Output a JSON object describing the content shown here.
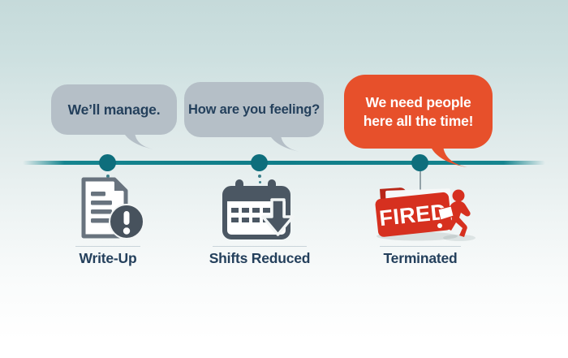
{
  "diagram": {
    "type": "timeline-infographic",
    "stops": [
      {
        "label": "Write-Up",
        "bubble_text": "We’ll manage.",
        "bubble_color": "gray",
        "icon": "document-warning-icon"
      },
      {
        "label": "Shifts Reduced",
        "bubble_text": "How are you feeling?",
        "bubble_color": "gray",
        "icon": "calendar-decrease-icon"
      },
      {
        "label": "Terminated",
        "bubble_line1": "We need people",
        "bubble_line2": "here all the time!",
        "bubble_color": "orange",
        "icon": "fired-folder-icon",
        "icon_text": "FIRED"
      }
    ],
    "colors": {
      "timeline_teal": "#15858f",
      "dot_teal": "#0e6e7c",
      "bubble_gray": "#b5bfc7",
      "bubble_orange": "#e7502b",
      "text_navy": "#24405c",
      "icon_slate": "#4f5b66",
      "folder_red": "#d6301f"
    }
  }
}
